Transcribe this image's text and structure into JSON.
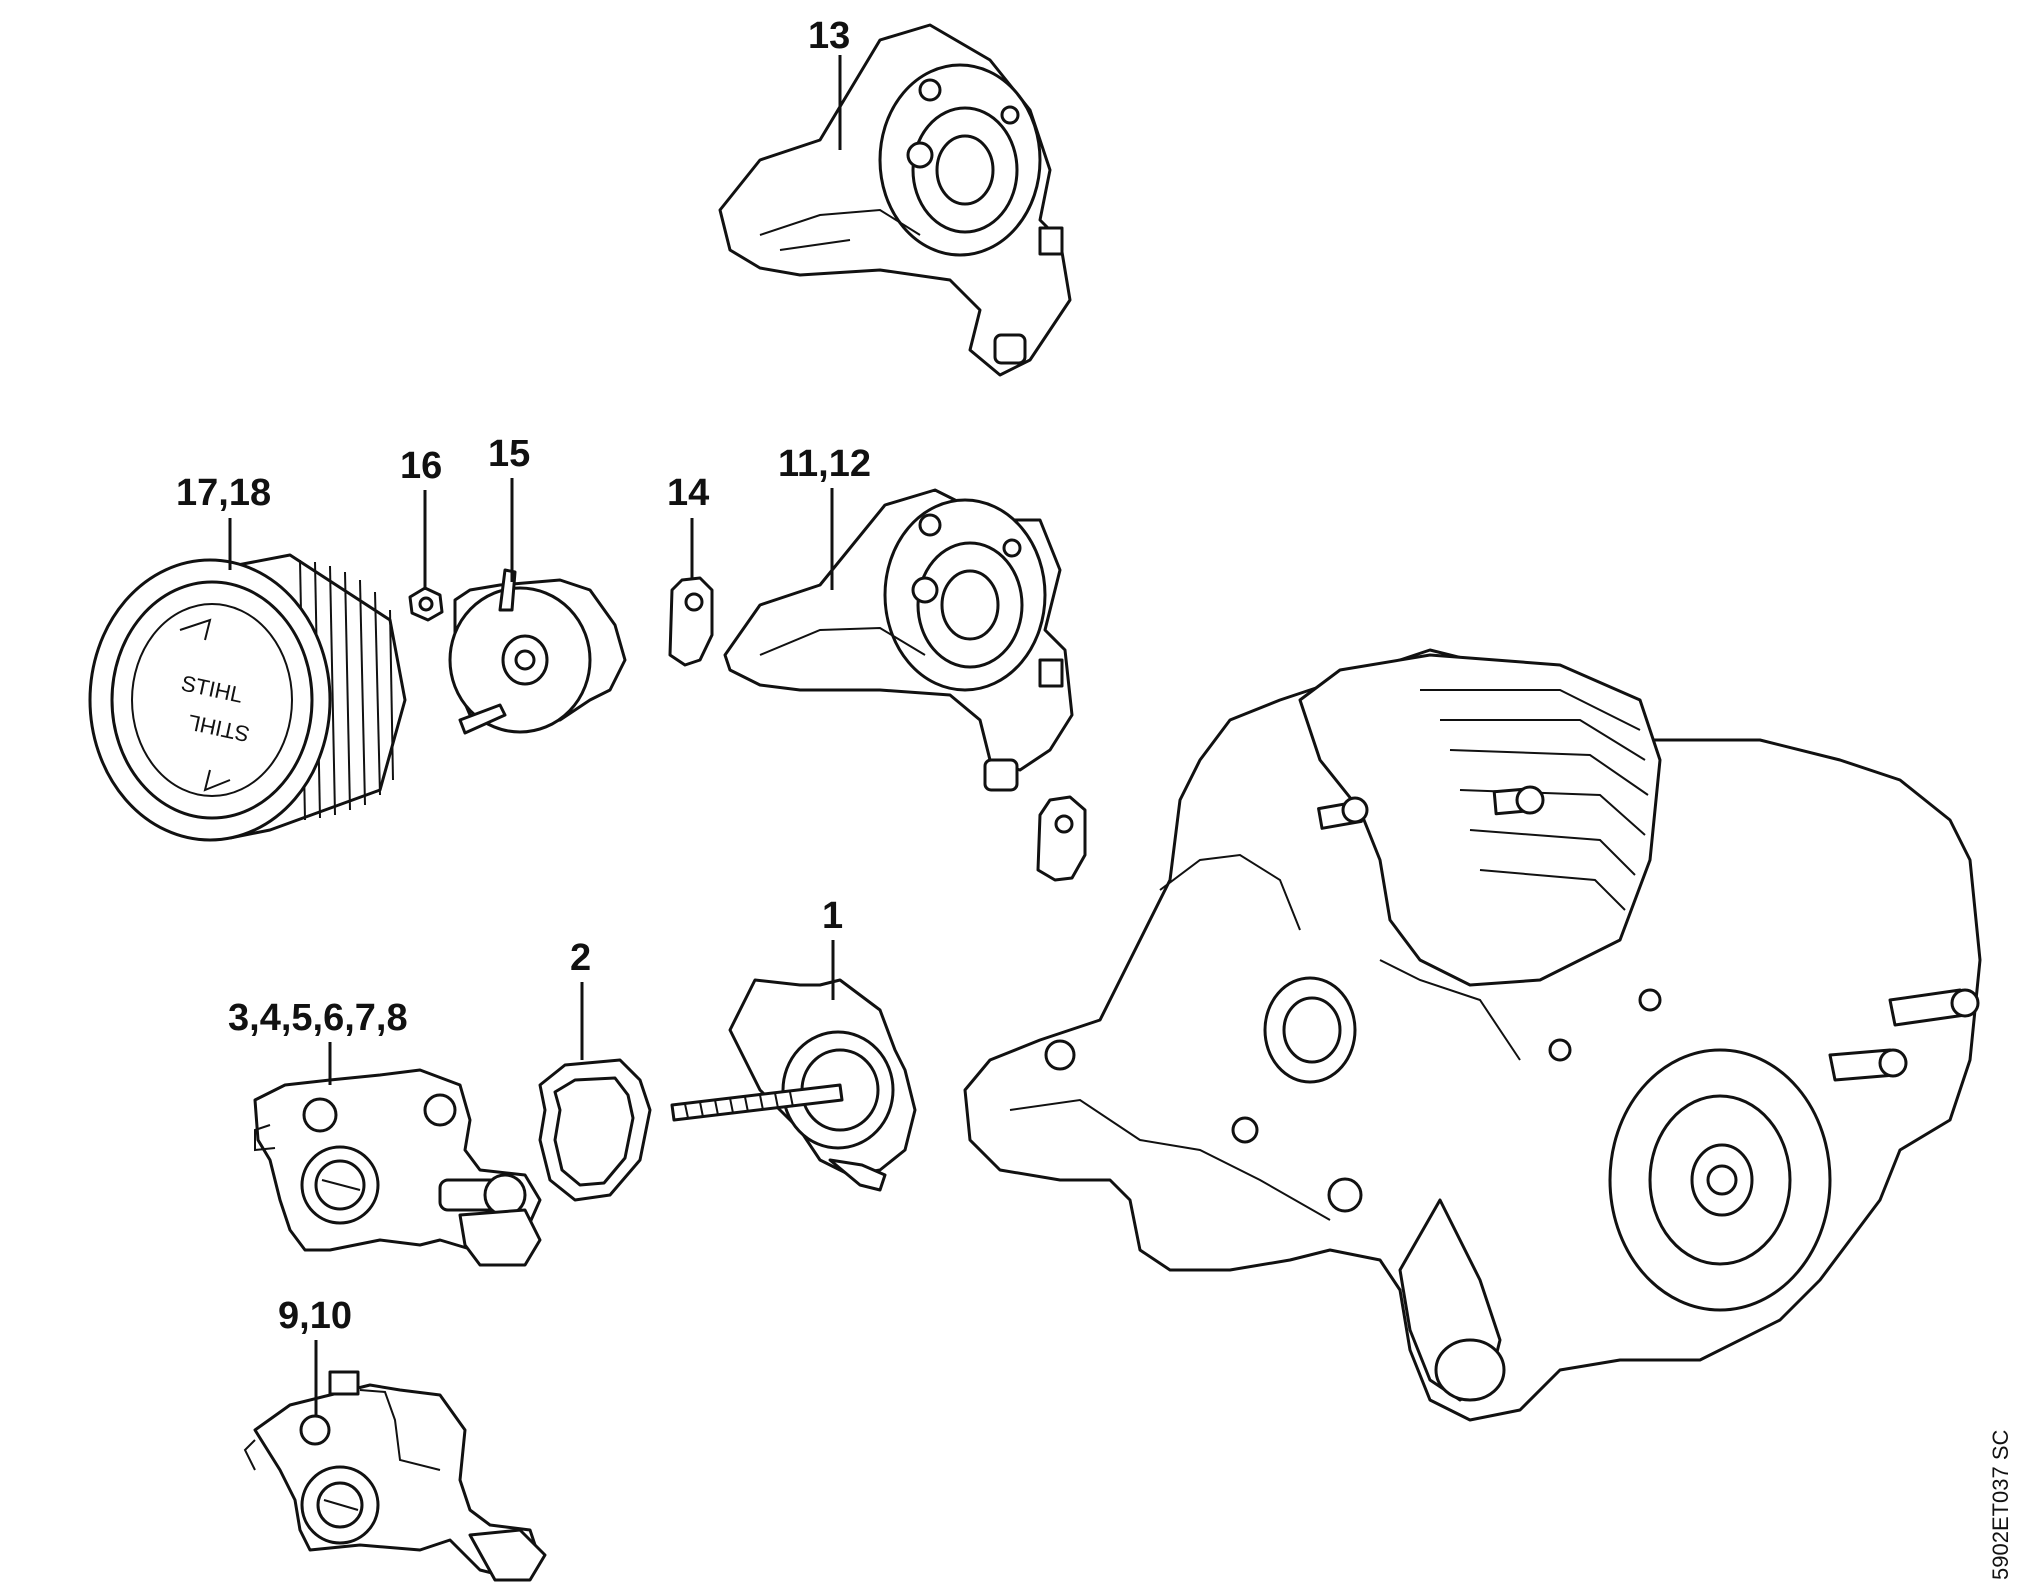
{
  "diagram": {
    "drawing_code": "5902ET037 SC",
    "labels": [
      {
        "id": "13",
        "text": "13"
      },
      {
        "id": "17_18",
        "text": "17,18"
      },
      {
        "id": "16",
        "text": "16"
      },
      {
        "id": "15",
        "text": "15"
      },
      {
        "id": "14",
        "text": "14"
      },
      {
        "id": "11_12",
        "text": "11,12"
      },
      {
        "id": "1",
        "text": "1"
      },
      {
        "id": "2",
        "text": "2"
      },
      {
        "id": "3_8",
        "text": "3,4,5,6,7,8"
      },
      {
        "id": "9_10",
        "text": "9,10"
      }
    ],
    "filter_cover_text": "STIHL"
  }
}
